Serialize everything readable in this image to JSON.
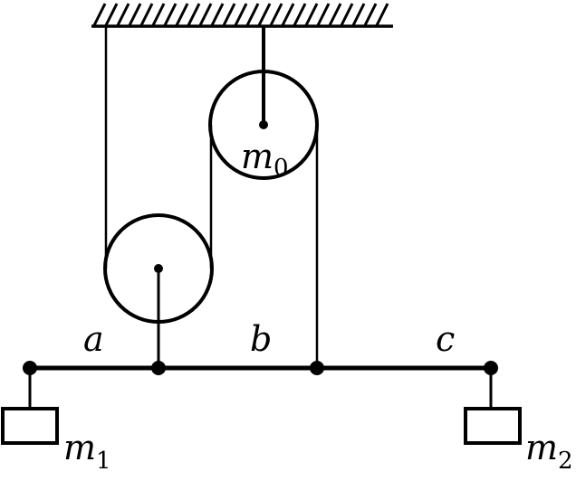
{
  "labels": {
    "top_pulley": {
      "base": "m",
      "sub": "0"
    },
    "segment_a": "a",
    "segment_b": "b",
    "segment_c": "c",
    "left_block": {
      "base": "m",
      "sub": "1"
    },
    "right_block": {
      "base": "m",
      "sub": "2"
    }
  },
  "colors": {
    "ink": "#000000",
    "background": "#ffffff"
  }
}
